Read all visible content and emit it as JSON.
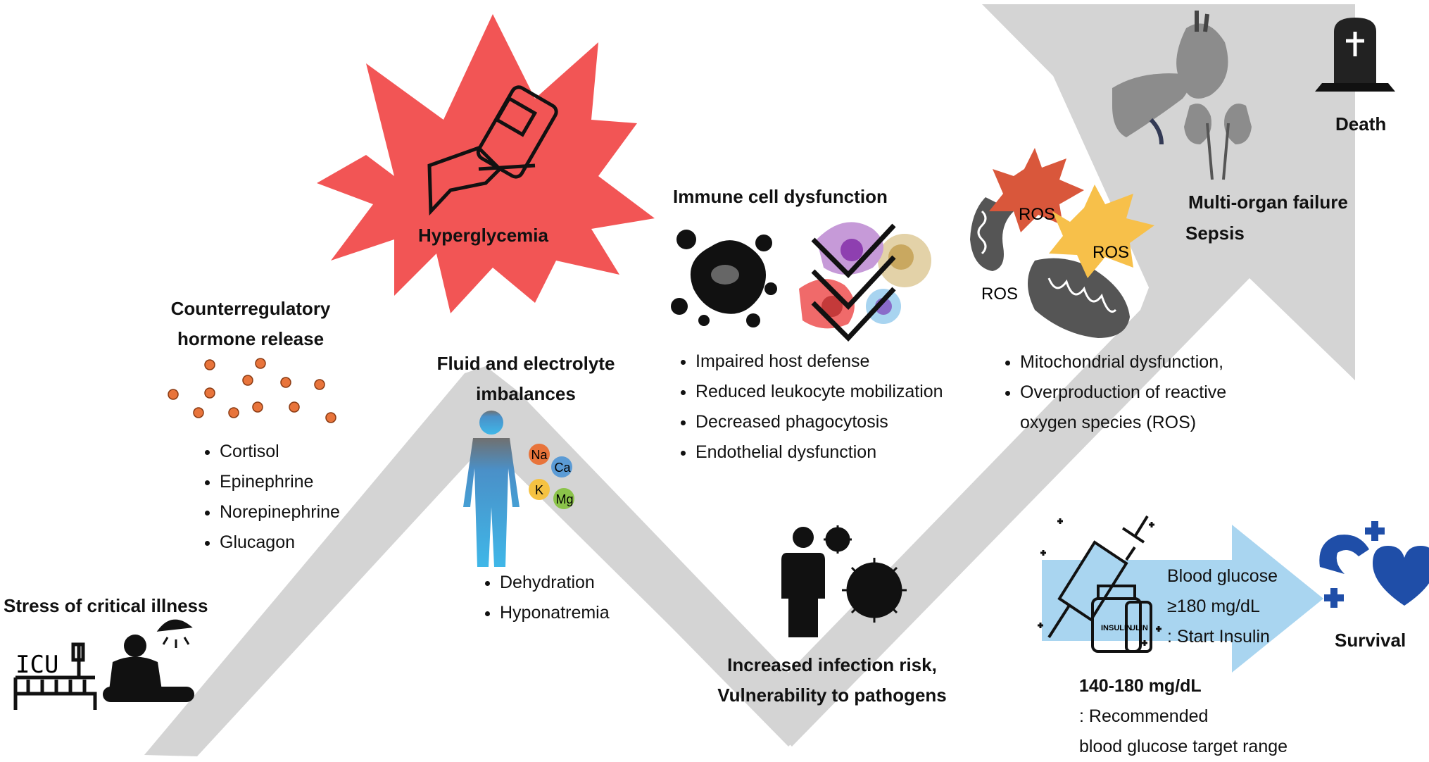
{
  "labels": {
    "stress": "Stress of critical illness",
    "icu": "ICU",
    "counter_line1": "Counterregulatory",
    "counter_line2": "hormone release",
    "hyperglycemia": "Hyperglycemia",
    "fluid_line1": "Fluid and electrolyte",
    "fluid_line2": "imbalances",
    "immune": "Immune cell dysfunction",
    "infection_line1": "Increased infection risk,",
    "infection_line2": "Vulnerability to pathogens",
    "multi_organ": "Multi-organ failure",
    "sepsis": "Sepsis",
    "death": "Death",
    "survival": "Survival",
    "ros1": "ROS",
    "ros2": "ROS",
    "ros3": "ROS",
    "insulin1": "INSULIN",
    "insulin2": "ULIN"
  },
  "electrolytes": [
    {
      "symbol": "Na",
      "color": "#e8743b"
    },
    {
      "symbol": "Ca",
      "color": "#5b9bd5"
    },
    {
      "symbol": "K",
      "color": "#f5c242"
    },
    {
      "symbol": "Mg",
      "color": "#8bc34a"
    }
  ],
  "lists": {
    "hormones": [
      "Cortisol",
      "Epinephrine",
      "Norepinephrine",
      "Glucagon"
    ],
    "fluid": [
      "Dehydration",
      "Hyponatremia"
    ],
    "immune": [
      "Impaired host defense",
      "Reduced leukocyte mobilization",
      "Decreased phagocytosis",
      "Endothelial dysfunction"
    ],
    "mito": [
      "Mitochondrial dysfunction,",
      "Overproduction of  reactive",
      "oxygen species (ROS)"
    ]
  },
  "insulin_box": {
    "line1": "Blood glucose",
    "line2": "≥180 mg/dL",
    "line3": ": Start Insulin"
  },
  "target": {
    "line1": "140-180 mg/dL",
    "line2": ": Recommended",
    "line3": "blood glucose target range"
  },
  "colors": {
    "arrow_gray": "#d4d4d4",
    "burst_red": "#f25555",
    "insulin_arrow": "#a9d5f0",
    "ros_red": "#d9573b",
    "ros_yellow": "#f7c04a",
    "heart_blue": "#1f4ea8",
    "hormone_dot": "#e8743b"
  }
}
